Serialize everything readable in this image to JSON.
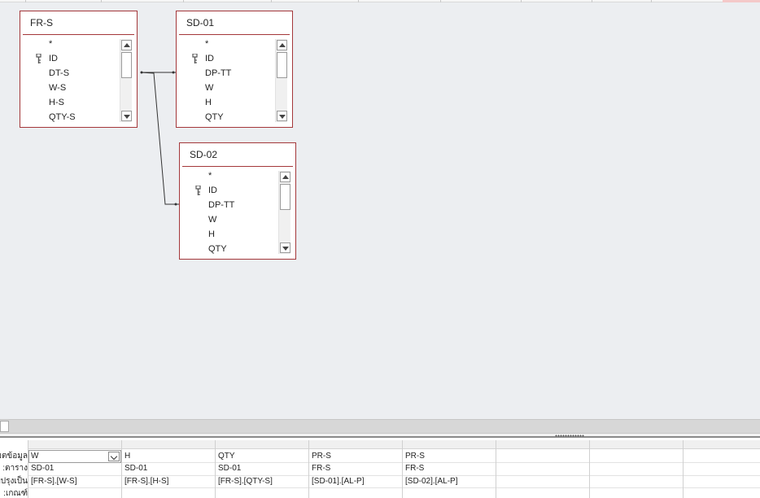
{
  "tables": [
    {
      "name": "FR-S",
      "fields": [
        {
          "label": "*",
          "key": false
        },
        {
          "label": "ID",
          "key": true
        },
        {
          "label": "DT-S",
          "key": false
        },
        {
          "label": "W-S",
          "key": false
        },
        {
          "label": "H-S",
          "key": false
        },
        {
          "label": "QTY-S",
          "key": false
        }
      ]
    },
    {
      "name": "SD-01",
      "fields": [
        {
          "label": "*",
          "key": false
        },
        {
          "label": "ID",
          "key": true
        },
        {
          "label": "DP-TT",
          "key": false
        },
        {
          "label": "W",
          "key": false
        },
        {
          "label": "H",
          "key": false
        },
        {
          "label": "QTY",
          "key": false
        }
      ]
    },
    {
      "name": "SD-02",
      "fields": [
        {
          "label": "*",
          "key": false
        },
        {
          "label": "ID",
          "key": true
        },
        {
          "label": "DP-TT",
          "key": false
        },
        {
          "label": "W",
          "key": false
        },
        {
          "label": "H",
          "key": false
        },
        {
          "label": "QTY",
          "key": false
        }
      ]
    }
  ],
  "grid": {
    "row_labels": [
      "เขตข้อมูล:",
      "ตาราง:",
      "ปรับปรุงเป็น:",
      "เกณฑ์:"
    ],
    "columns": [
      {
        "field": "W",
        "table": "SD-01",
        "update_to": "[FR-S].[W-S]"
      },
      {
        "field": "H",
        "table": "SD-01",
        "update_to": "[FR-S].[H-S]"
      },
      {
        "field": "QTY",
        "table": "SD-01",
        "update_to": "[FR-S].[QTY-S]"
      },
      {
        "field": "PR-S",
        "table": "FR-S",
        "update_to": "[SD-01].[AL-P]"
      },
      {
        "field": "PR-S",
        "table": "FR-S",
        "update_to": "[SD-02].[AL-P]"
      },
      {
        "field": "",
        "table": "",
        "update_to": ""
      },
      {
        "field": "",
        "table": "",
        "update_to": ""
      },
      {
        "field": "",
        "table": "",
        "update_to": ""
      }
    ]
  },
  "colors": {
    "table_border": "#a4373a",
    "canvas": "#eceef1"
  },
  "icons": {
    "key": "key-icon",
    "scroll_up": "arrow-up-icon",
    "scroll_down": "arrow-down-icon",
    "dropdown": "chevron-down-icon"
  }
}
